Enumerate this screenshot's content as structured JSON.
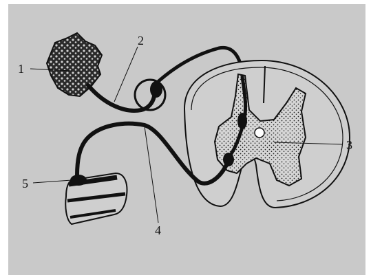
{
  "figure": {
    "background": "#c9c9c9",
    "ink": "#111111",
    "labels": {
      "receptor": "1",
      "afferent_nerve": "2",
      "spinal_gray_matter": "3",
      "efferent_nerve": "4",
      "effector": "5"
    }
  }
}
